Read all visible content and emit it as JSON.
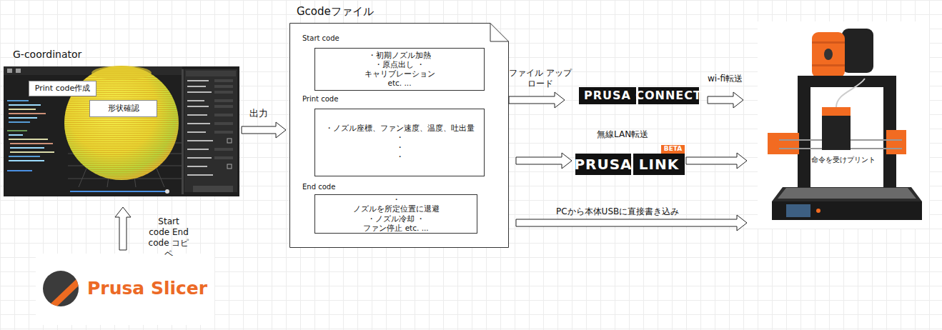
{
  "diagram": {
    "nodes": [
      {
        "text": [
          "G-coordinator"
        ]
      },
      {
        "text": [
          "Print code作成"
        ],
        "in": 0
      },
      {
        "text": [
          "形状確認"
        ],
        "in": 0
      },
      {
        "text": [
          "Prusa Slicer"
        ]
      },
      {
        "text": [
          "Gcodeファイル"
        ]
      },
      {
        "text": [
          "Start code",
          "・初期ノズル加熱 ・原点出し ・キャリブレーション etc. ..."
        ],
        "in": 4
      },
      {
        "text": [
          "Print code",
          "・ノズル座標、ファン速度、温度、吐出量 ・ ・ ・"
        ],
        "in": 4
      },
      {
        "text": [
          "End code",
          "・ノズルを所定位置に退避 ・ノズル冷却 ・ファン停止 etc. ..."
        ],
        "in": 4
      },
      {
        "text": [
          "PRUSA",
          "CONNECT"
        ]
      },
      {
        "text": [
          "無線LAN転送",
          "PRUSA",
          "LINK",
          "BETA"
        ]
      },
      {
        "text": [
          "命令を受けプリント"
        ]
      }
    ],
    "edges": [
      {
        "from": 3,
        "to": 0,
        "arrow": "to",
        "label": "Start code End code コピペ"
      },
      {
        "from": 0,
        "to": 4,
        "arrow": "to",
        "label": "出力"
      },
      {
        "from": 4,
        "to": 8,
        "arrow": "to",
        "label": "ファイル アップロード"
      },
      {
        "from": 8,
        "to": 10,
        "arrow": "to",
        "label": "wi-fi転送"
      },
      {
        "from": 4,
        "to": 9,
        "arrow": "to"
      },
      {
        "from": 9,
        "to": 10,
        "arrow": "to"
      },
      {
        "from": 4,
        "to": 10,
        "arrow": "to",
        "label": "PCから本体USBに直接書き込み"
      }
    ]
  }
}
